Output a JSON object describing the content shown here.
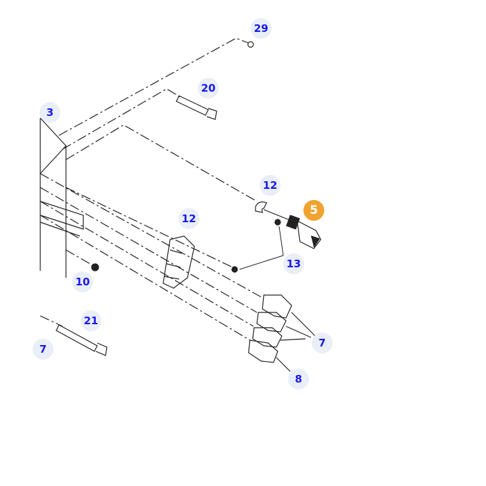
{
  "callouts": [
    {
      "label": "29",
      "highlighted": false
    },
    {
      "label": "20",
      "highlighted": false
    },
    {
      "label": "3",
      "highlighted": false
    },
    {
      "label": "12",
      "highlighted": false
    },
    {
      "label": "5",
      "highlighted": true
    },
    {
      "label": "12",
      "highlighted": false
    },
    {
      "label": "13",
      "highlighted": false
    },
    {
      "label": "10",
      "highlighted": false
    },
    {
      "label": "21",
      "highlighted": false
    },
    {
      "label": "7",
      "highlighted": false
    },
    {
      "label": "7",
      "highlighted": false
    },
    {
      "label": "8",
      "highlighted": false
    }
  ],
  "colors": {
    "highlight": "#f0a330",
    "callout_bg": "#e9eef7",
    "callout_text": "#1a1ae6"
  }
}
